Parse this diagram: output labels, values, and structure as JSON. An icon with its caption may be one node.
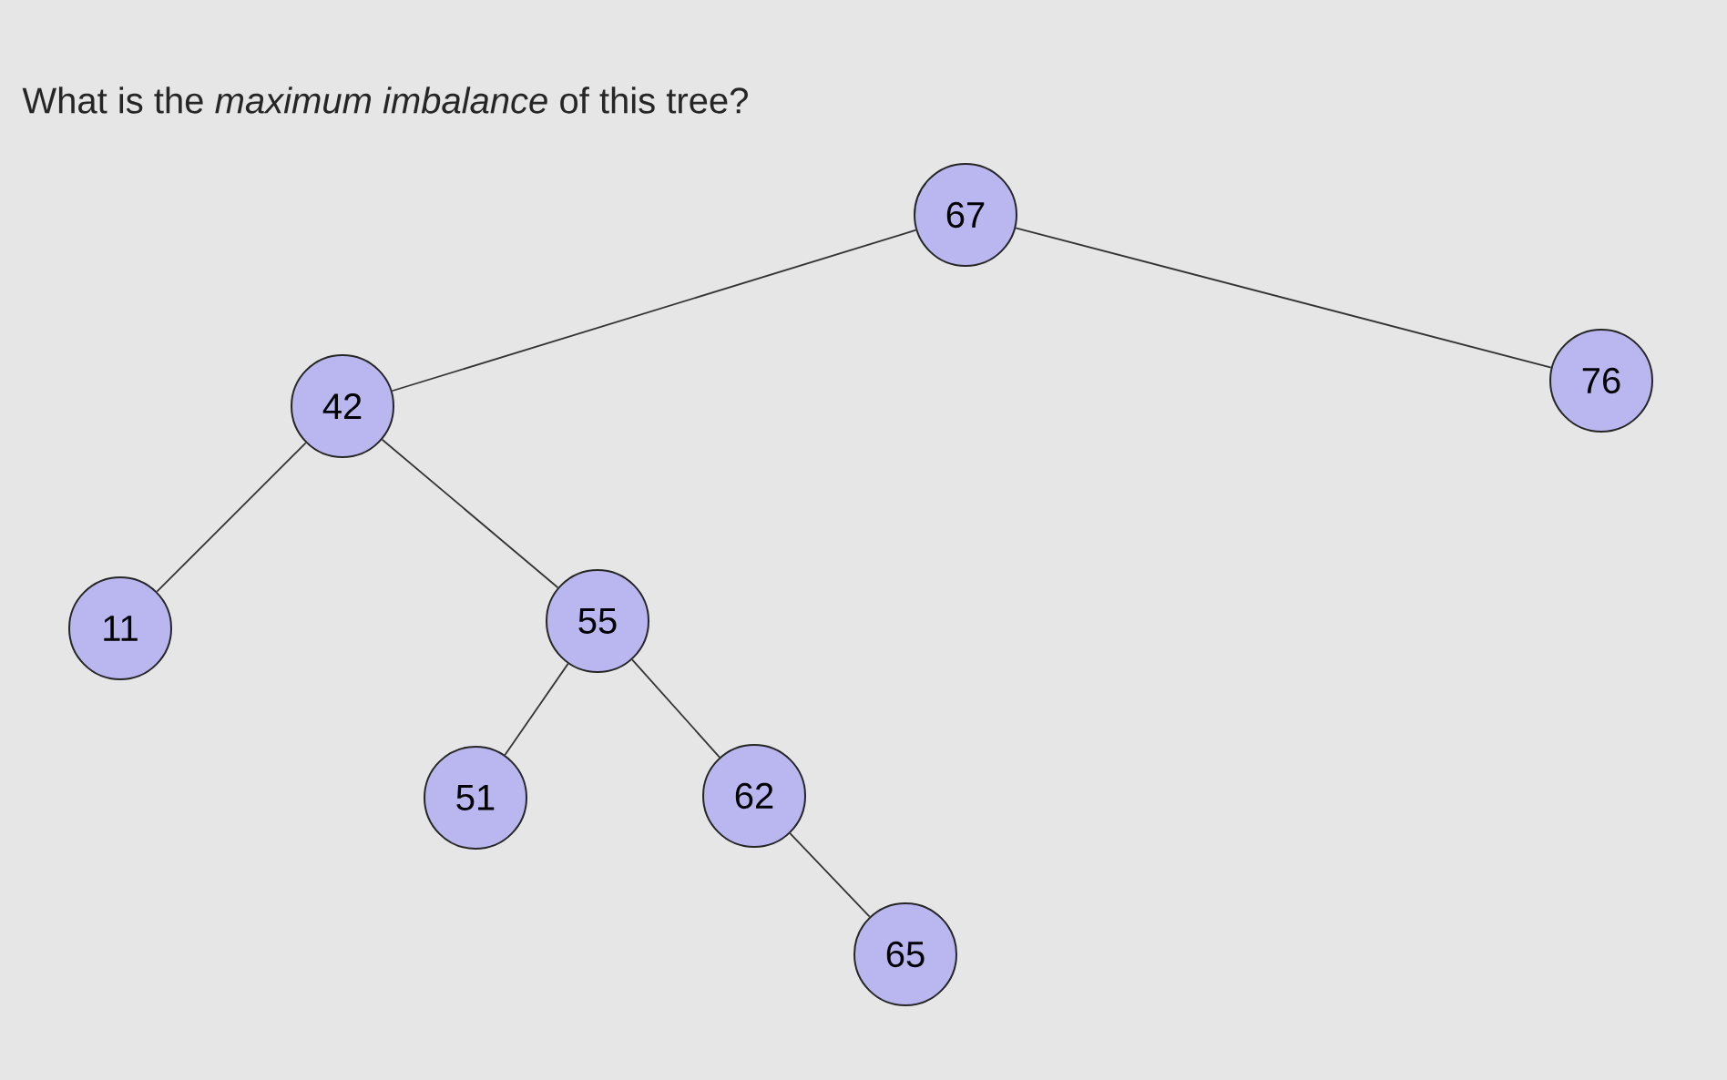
{
  "diagram": {
    "title": "What is the *maximum imbalance* of this tree?",
    "nodes": [
      {
        "text": [
          "67"
        ]
      },
      {
        "text": [
          "42"
        ]
      },
      {
        "text": [
          "76"
        ]
      },
      {
        "text": [
          "11"
        ]
      },
      {
        "text": [
          "55"
        ]
      },
      {
        "text": [
          "51"
        ]
      },
      {
        "text": [
          "62"
        ]
      },
      {
        "text": [
          "65"
        ]
      }
    ],
    "edges": [
      {
        "from": 0,
        "to": 1,
        "arrow": "none"
      },
      {
        "from": 0,
        "to": 2,
        "arrow": "none"
      },
      {
        "from": 1,
        "to": 3,
        "arrow": "none"
      },
      {
        "from": 1,
        "to": 4,
        "arrow": "none"
      },
      {
        "from": 4,
        "to": 5,
        "arrow": "none"
      },
      {
        "from": 4,
        "to": 6,
        "arrow": "none"
      },
      {
        "from": 6,
        "to": 7,
        "arrow": "none"
      }
    ]
  }
}
